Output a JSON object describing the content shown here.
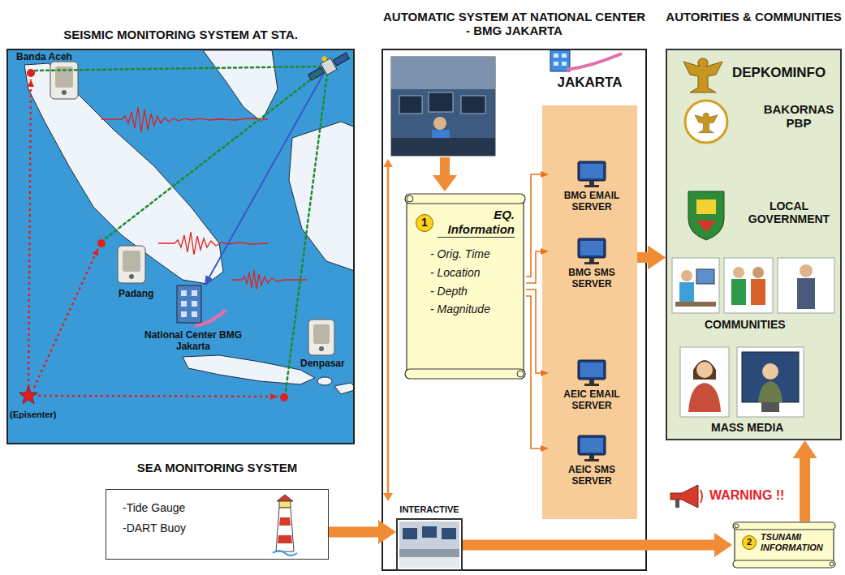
{
  "diagram": {
    "nodes": [
      {
        "text": [
          "SEISMIC MONITORING SYSTEM AT STA."
        ]
      },
      {
        "text": [
          "AUTOMATIC SYSTEM AT NATIONAL CENTER - BMG JAKARTA"
        ]
      },
      {
        "text": [
          "1",
          "EQ. Information",
          "- Orig. Time",
          "- Location",
          "- Depth",
          "- Magnitude"
        ],
        "in": 1
      },
      {
        "text": [
          "JAKARTA"
        ],
        "in": 1
      },
      {
        "text": [
          "BMG EMAIL SERVER"
        ],
        "in": 3
      },
      {
        "text": [
          "BMG SMS SERVER"
        ],
        "in": 3
      },
      {
        "text": [
          "AEIC EMAIL SERVER"
        ],
        "in": 3
      },
      {
        "text": [
          "AEIC SMS SERVER"
        ],
        "in": 3
      },
      {
        "text": [
          "INTERACTIVE"
        ],
        "in": 1
      },
      {
        "text": [
          "AUTORITIES & COMMUNITIES"
        ]
      },
      {
        "text": [
          "SEA MONITORING SYSTEM",
          "-Tide Gauge",
          "-DART Buoy"
        ]
      },
      {
        "text": [
          "2",
          "TSUNAMI INFORMATION"
        ]
      }
    ],
    "edges": [
      {
        "from": 2,
        "to": 4,
        "arrow": "to"
      },
      {
        "from": 2,
        "to": 5,
        "arrow": "to"
      },
      {
        "from": 2,
        "to": 6,
        "arrow": "to"
      },
      {
        "from": 2,
        "to": 7,
        "arrow": "to"
      },
      {
        "from": 3,
        "to": 9,
        "arrow": "to"
      },
      {
        "from": 10,
        "to": 8,
        "arrow": "to"
      },
      {
        "from": 8,
        "to": 11,
        "arrow": "to"
      },
      {
        "from": 11,
        "to": 9,
        "arrow": "to"
      }
    ],
    "labels": [
      "Banda Aceh",
      "Padang",
      "National Center BMG Jakarta",
      "Denpasar",
      "(Episenter)",
      "DEPKOMINFO",
      "BAKORNAS PBP",
      "LOCAL GOVERNMENT",
      "COMMUNITIES",
      "MASS MEDIA",
      "WARNING !!"
    ]
  }
}
